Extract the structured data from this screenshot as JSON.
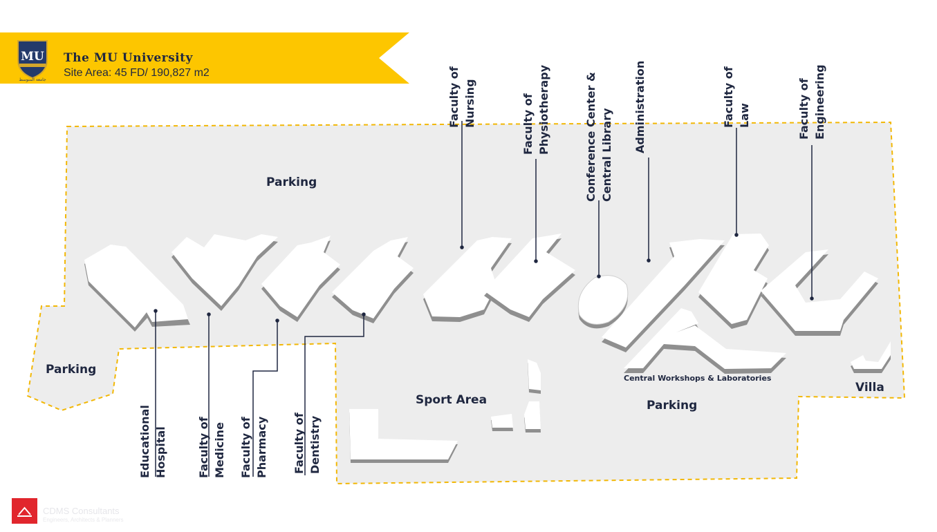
{
  "header": {
    "title": "The MU University",
    "subtitle": "Site Area: 45 FD/ 190,827 m2",
    "logo_text": "MU",
    "logo_caption": "جامعة المتوسط"
  },
  "map": {
    "areas": {
      "parking_north": "Parking",
      "parking_west": "Parking",
      "parking_south": "Parking",
      "sport_area": "Sport Area",
      "villa": "Villa",
      "workshops": "Central Workshops & Laboratories"
    },
    "buildings_top": [
      {
        "id": "nursing",
        "lines": [
          "Faculty of",
          "Nursing"
        ]
      },
      {
        "id": "physiotherapy",
        "lines": [
          "Faculty of",
          "Physiotherapy"
        ]
      },
      {
        "id": "conference",
        "lines": [
          "Conference Center &",
          "Central Library"
        ]
      },
      {
        "id": "administration",
        "lines": [
          "Administration"
        ]
      },
      {
        "id": "law",
        "lines": [
          "Faculty of",
          "Law"
        ]
      },
      {
        "id": "engineering",
        "lines": [
          "Faculty of",
          "Engineering"
        ]
      }
    ],
    "buildings_bottom": [
      {
        "id": "hospital",
        "lines": [
          "Educational",
          "Hospital"
        ]
      },
      {
        "id": "medicine",
        "lines": [
          "Faculty of",
          "Medicine"
        ]
      },
      {
        "id": "pharmacy",
        "lines": [
          "Faculty of",
          "Pharmacy"
        ]
      },
      {
        "id": "dentistry",
        "lines": [
          "Faculty of",
          "Dentistry"
        ]
      }
    ],
    "colors": {
      "site_fill": "#ededed",
      "boundary": "#f2b705",
      "banner": "#fdc600",
      "text": "#1f2740",
      "building": "#ffffff",
      "building_shadow": "#8f8f8f"
    }
  },
  "footer": {
    "company": "CDMS Consultants",
    "tagline": "Engineers, Architects & Planners"
  }
}
